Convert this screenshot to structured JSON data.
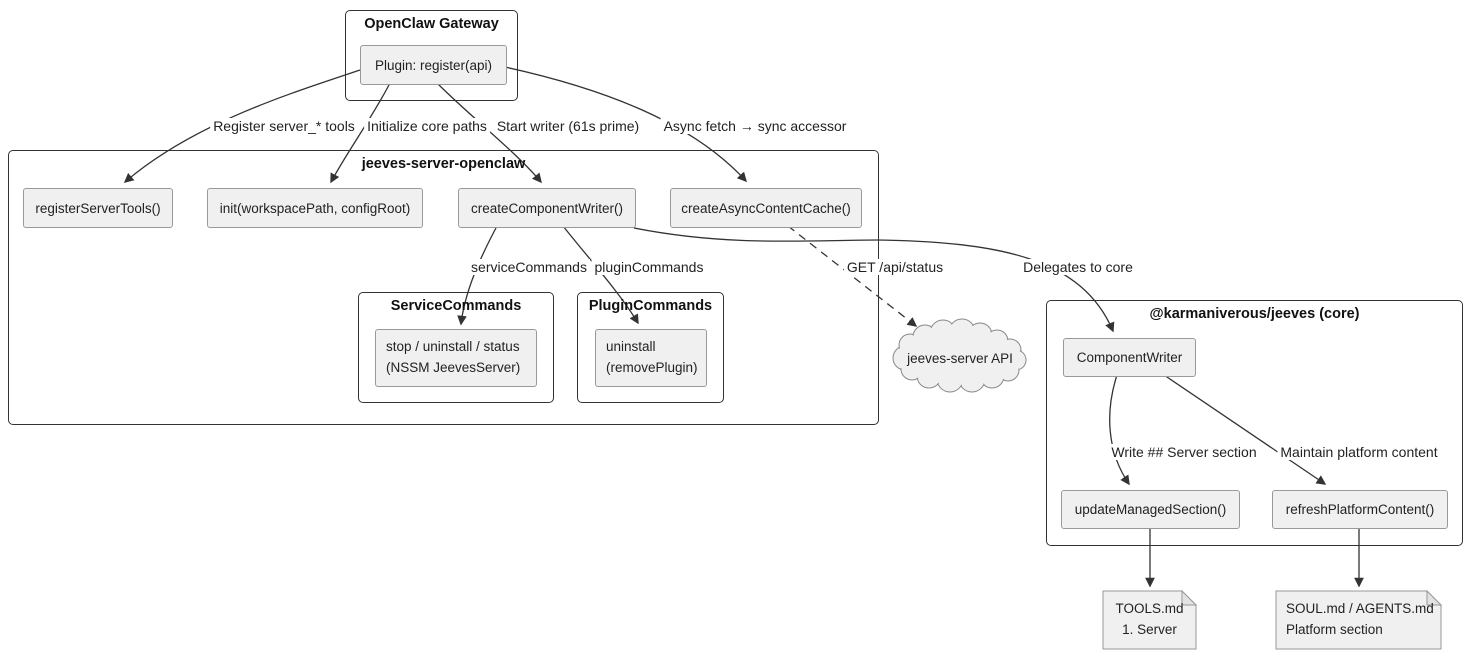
{
  "diagram": {
    "subgraphs": {
      "gateway": {
        "title": "OpenClaw Gateway"
      },
      "openclaw": {
        "title": "jeeves-server-openclaw"
      },
      "service_commands": {
        "title": "ServiceCommands"
      },
      "plugin_commands": {
        "title": "PluginCommands"
      },
      "core": {
        "title": "@karmaniverous/jeeves (core)"
      }
    },
    "nodes": {
      "plugin": {
        "label": "Plugin: register(api)"
      },
      "register_server_tools": {
        "label": "registerServerTools()"
      },
      "init": {
        "label": "init(workspacePath, configRoot)"
      },
      "create_component_writer": {
        "label": "createComponentWriter()"
      },
      "create_async_content_cache": {
        "label": "createAsyncContentCache()"
      },
      "service_ops": {
        "line1": "stop / uninstall / status",
        "line2": "(NSSM JeevesServer)"
      },
      "plugin_ops": {
        "line1": "uninstall",
        "line2": "(removePlugin)"
      },
      "api_cloud": {
        "label": "jeeves-server API"
      },
      "component_writer": {
        "label": "ComponentWriter"
      },
      "update_managed_section": {
        "label": "updateManagedSection()"
      },
      "refresh_platform_content": {
        "label": "refreshPlatformContent()"
      },
      "tools_note": {
        "line1": "TOOLS.md",
        "line2": "1. Server"
      },
      "soul_note": {
        "line1": "SOUL.md / AGENTS.md",
        "line2": "Platform section"
      }
    },
    "edge_labels": {
      "register_tools": "Register server_* tools",
      "init_paths": "Initialize core paths",
      "start_writer": "Start writer (61s prime)",
      "async_fetch": "Async fetch → sync accessor",
      "service_commands": "serviceCommands",
      "plugin_commands": "pluginCommands",
      "get_api_status": "GET /api/status",
      "delegates_to_core": "Delegates to core",
      "write_server_section": "Write ## Server section",
      "maintain_platform": "Maintain platform content"
    },
    "colors": {
      "node_fill": "#f0f0f0",
      "node_border": "#999999",
      "container_border": "#333333",
      "edge": "#333333",
      "text": "#222222"
    }
  }
}
